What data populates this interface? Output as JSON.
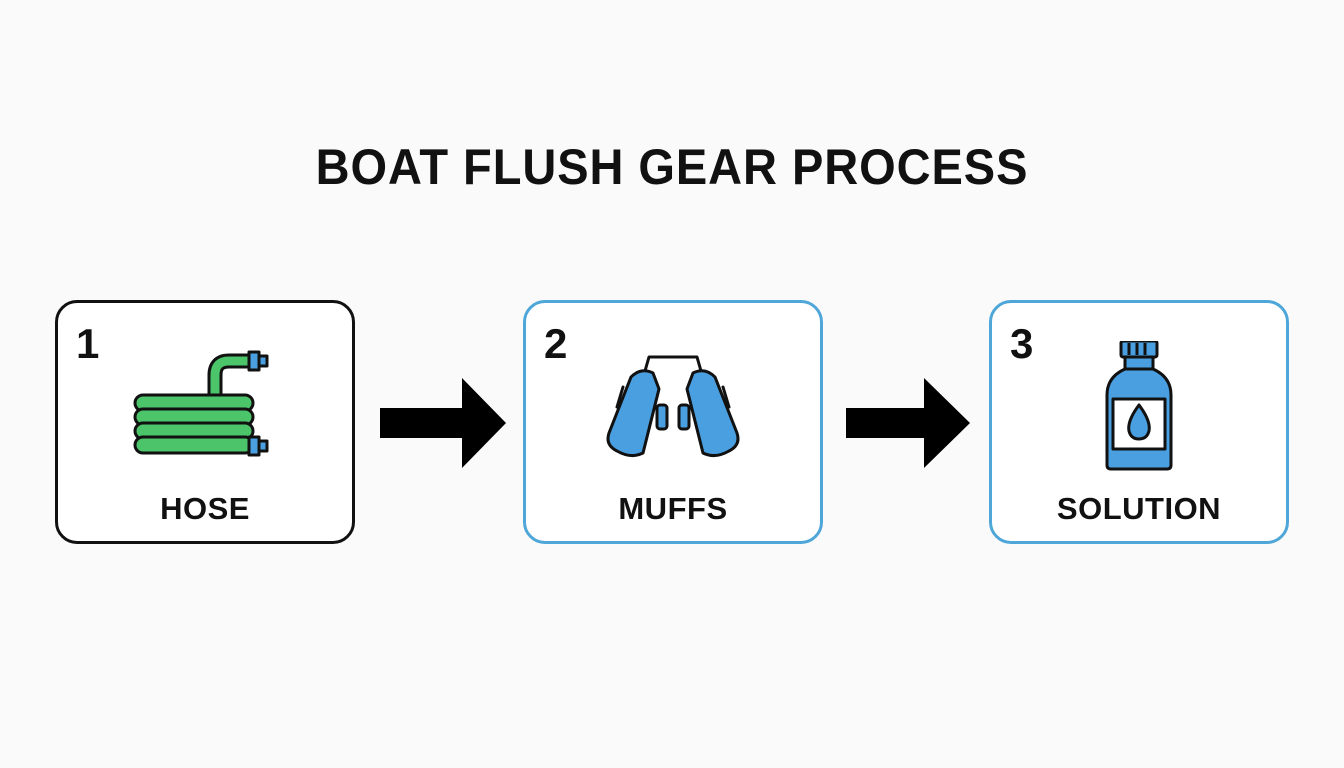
{
  "title": "BOAT FLUSH GEAR PROCESS",
  "steps": [
    {
      "number": "1",
      "label": "HOSE",
      "icon": "hose-icon",
      "border_color": "#111111",
      "icon_color": "#4cc46a"
    },
    {
      "number": "2",
      "label": "MUFFS",
      "icon": "muffs-icon",
      "border_color": "#4ea7d8",
      "icon_color": "#4a9fe0"
    },
    {
      "number": "3",
      "label": "SOLUTION",
      "icon": "solution-bottle-icon",
      "border_color": "#4ea7d8",
      "icon_color": "#4a9fe0"
    }
  ],
  "arrows": [
    "arrow-right-icon",
    "arrow-right-icon"
  ]
}
